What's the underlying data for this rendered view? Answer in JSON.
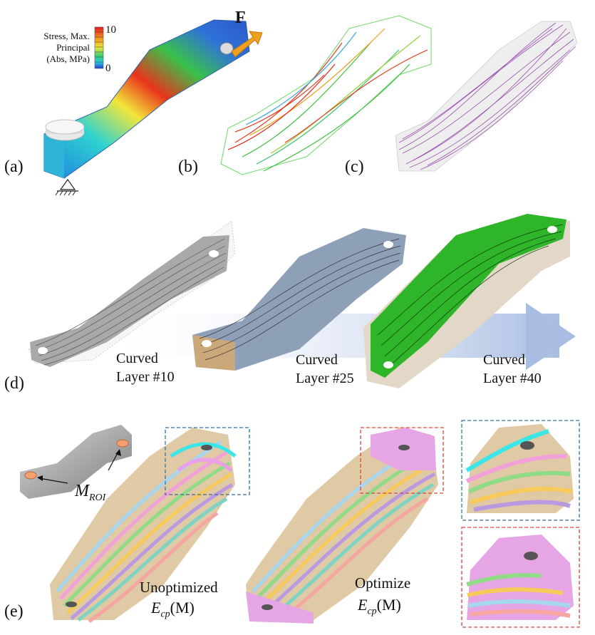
{
  "panels": {
    "a": "(a)",
    "b": "(b)",
    "c": "(c)",
    "d": "(d)",
    "e": "(e)"
  },
  "stress_legend": {
    "line1": "Stress, Max.",
    "line2": "Principal",
    "line3": "(Abs, MPa)",
    "max": "10",
    "min": "0"
  },
  "force_label": "F",
  "layers": [
    {
      "line1": "Curved",
      "line2": "Layer #10"
    },
    {
      "line1": "Curved",
      "line2": "Layer #25"
    },
    {
      "line1": "Curved",
      "line2": "Layer #40"
    }
  ],
  "roi": {
    "symbol": "M",
    "subscript": "ROI"
  },
  "compare": {
    "left_title": "Unoptimized",
    "right_title": "Optimize",
    "energy_symbol": "E",
    "energy_sub": "cp",
    "energy_arg": "(M)"
  },
  "colors": {
    "bracket_a": "#2f2f2f",
    "layer10": "#8f8f8f",
    "layer25": "#7a8ea8",
    "layer40": "#2fb52a",
    "trajectory": "#9b4fb0",
    "arrow_band": "#c5d4ec",
    "blue_box": "#2f6fa6",
    "red_box": "#d8473f",
    "force_arrow": "#f0a020"
  }
}
